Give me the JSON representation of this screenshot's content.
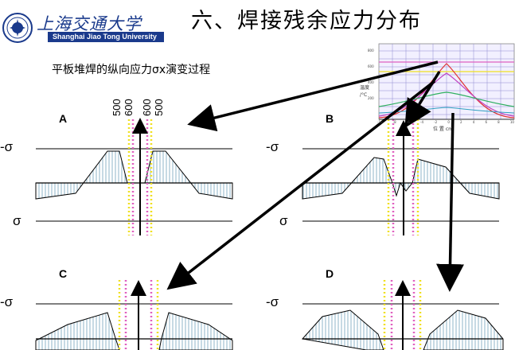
{
  "header": {
    "logo_cn": "上海交通大学",
    "logo_en": "Shanghai Jiao Tong University",
    "title": "六、焊接残余应力分布"
  },
  "subtitle": "平板堆焊的纵向应力σx演变过程",
  "isotherm_labels": [
    "500",
    "600",
    "600",
    "500"
  ],
  "panels": [
    {
      "id": "A",
      "label": "A",
      "sigma_top": "-σ",
      "sigma_bottom": "σ"
    },
    {
      "id": "B",
      "label": "B",
      "sigma_top": "-σ",
      "sigma_bottom": "σ"
    },
    {
      "id": "C",
      "label": "C",
      "sigma_top": "-σ"
    },
    {
      "id": "D",
      "label": "D",
      "sigma_top": "-σ"
    }
  ],
  "inset": {
    "y_ticks": [
      "800",
      "600",
      "400",
      "200"
    ],
    "x_ticks": [
      "-10",
      "-8",
      "-6",
      "-4",
      "-2",
      "0",
      "2",
      "4",
      "6",
      "8",
      "10"
    ],
    "xlabel": "位 置 cm",
    "ylabel_1": "温度",
    "ylabel_2": "/°C"
  },
  "colors": {
    "logo_blue": "#1a3a8c",
    "hatch": "#8fb6c9",
    "isotherm_500": "#f0e020",
    "isotherm_600": "#e060c0"
  }
}
